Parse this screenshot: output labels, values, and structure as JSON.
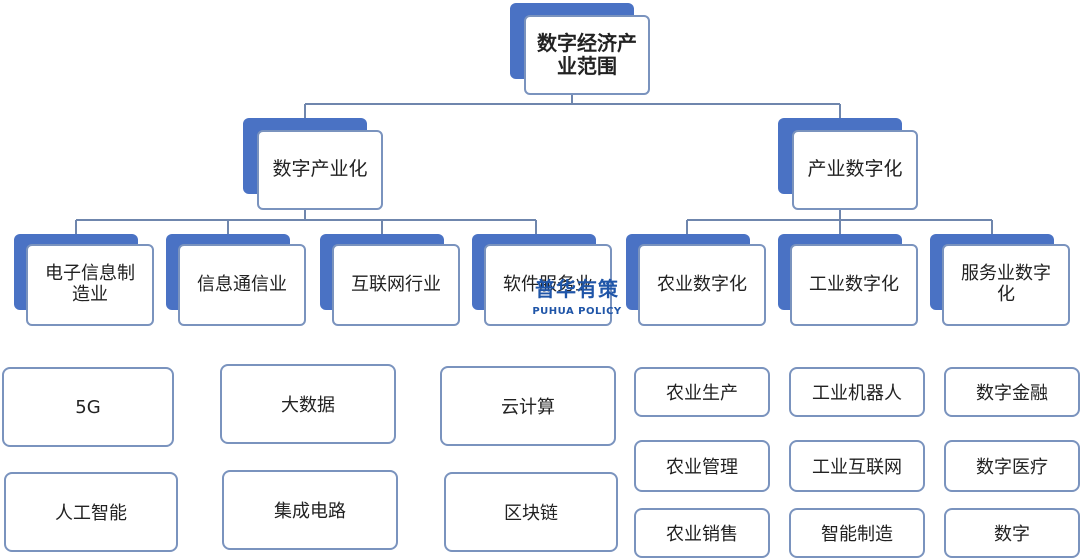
{
  "root": "数字经济产\n业范围",
  "branches": [
    {
      "label": "数字产业化",
      "children": [
        "电子信息制\n造业",
        "信息通信业",
        "互联网行业",
        "软件服务业"
      ]
    },
    {
      "label": "产业数字化",
      "children": [
        "农业数字化",
        "工业数字化",
        "服务业数字\n化"
      ]
    }
  ],
  "leaf_groups": {
    "left": [
      "5G",
      "大数据",
      "云计算",
      "人工智能",
      "集成电路",
      "区块链"
    ],
    "agriculture": [
      "农业生产",
      "农业管理",
      "农业销售"
    ],
    "industry": [
      "工业机器人",
      "工业互联网",
      "智能制造"
    ],
    "services": [
      "数字金融",
      "数字医疗",
      "数字"
    ]
  },
  "watermark": {
    "text_cn": "普华有策",
    "text_en": "PUHUA POLICY"
  },
  "colors": {
    "shadow": "#4a72c4",
    "border": "#7a93be",
    "line": "#6f86ad",
    "watermark": "#1f55a8"
  }
}
